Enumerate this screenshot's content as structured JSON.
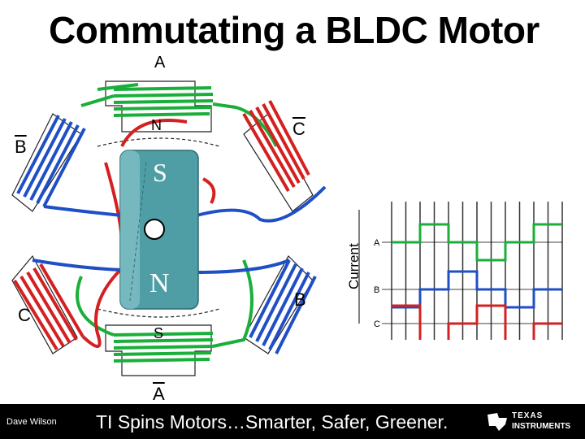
{
  "slide": {
    "title": "Commutating a BLDC Motor",
    "colors": {
      "phase_a": "#1aaf3a",
      "phase_b": "#1f4fc6",
      "phase_c": "#d42020",
      "rotor": "#4f9ea6",
      "footer_bg": "#000000"
    }
  },
  "motor": {
    "label_a_top": "A",
    "label_c_bar": "C",
    "label_b_bar": "B",
    "label_c_left": "C",
    "label_b_right": "B",
    "label_a_bar_bottom": "A",
    "pole_n_top": "N",
    "pole_s_bottom": "S",
    "rotor_s": "S",
    "rotor_n": "N"
  },
  "chart": {
    "ylabel": "Current",
    "phase_labels": [
      "A",
      "B",
      "C"
    ]
  },
  "chart_data": {
    "type": "line",
    "title": "",
    "xlabel": "",
    "ylabel": "Current",
    "x": [
      0,
      1,
      2,
      3,
      4,
      5,
      6,
      7,
      8,
      9,
      10,
      11
    ],
    "series": [
      {
        "name": "A",
        "values": [
          0,
          0,
          1,
          1,
          0,
          0,
          -1,
          -1,
          0,
          0,
          1,
          1
        ]
      },
      {
        "name": "B",
        "values": [
          -1,
          -1,
          0,
          0,
          1,
          1,
          0,
          0,
          -1,
          -1,
          0,
          0
        ]
      },
      {
        "name": "C",
        "values": [
          1,
          1,
          -1,
          -1,
          0,
          0,
          1,
          1,
          -1,
          -1,
          0,
          0
        ]
      }
    ],
    "grid": true
  },
  "footer": {
    "author": "Dave Wilson",
    "tagline": "TI Spins Motors…Smarter, Safer, Greener.",
    "logo_line1": "TEXAS",
    "logo_line2": "INSTRUMENTS"
  }
}
